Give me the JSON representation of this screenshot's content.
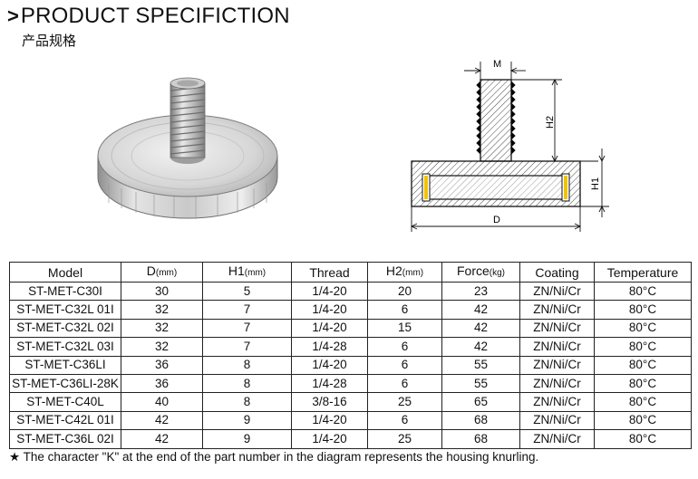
{
  "header": {
    "chevron": ">",
    "title": "PRODUCT SPECIFICTION",
    "subtitle": "产品规格"
  },
  "drawing": {
    "dim_m": "M",
    "dim_h2": "H2",
    "dim_h1": "H1",
    "dim_d": "D"
  },
  "table": {
    "headers": [
      {
        "label": "Model",
        "unit": ""
      },
      {
        "label": "D",
        "unit": "(mm)"
      },
      {
        "label": "H1",
        "unit": "(mm)"
      },
      {
        "label": "Thread",
        "unit": ""
      },
      {
        "label": "H2",
        "unit": "(mm)"
      },
      {
        "label": "Force",
        "unit": "(kg)"
      },
      {
        "label": "Coating",
        "unit": ""
      },
      {
        "label": "Temperature",
        "unit": ""
      }
    ],
    "rows": [
      [
        "ST-MET-C30I",
        "30",
        "5",
        "1/4-20",
        "20",
        "23",
        "ZN/Ni/Cr",
        "80°C"
      ],
      [
        "ST-MET-C32L 01I",
        "32",
        "7",
        "1/4-20",
        "6",
        "42",
        "ZN/Ni/Cr",
        "80°C"
      ],
      [
        "ST-MET-C32L 02I",
        "32",
        "7",
        "1/4-20",
        "15",
        "42",
        "ZN/Ni/Cr",
        "80°C"
      ],
      [
        "ST-MET-C32L 03I",
        "32",
        "7",
        "1/4-28",
        "6",
        "42",
        "ZN/Ni/Cr",
        "80°C"
      ],
      [
        "ST-MET-C36LI",
        "36",
        "8",
        "1/4-20",
        "6",
        "55",
        "ZN/Ni/Cr",
        "80°C"
      ],
      [
        "ST-MET-C36LI-28K",
        "36",
        "8",
        "1/4-28",
        "6",
        "55",
        "ZN/Ni/Cr",
        "80°C"
      ],
      [
        "ST-MET-C40L",
        "40",
        "8",
        "3/8-16",
        "25",
        "65",
        "ZN/Ni/Cr",
        "80°C"
      ],
      [
        "ST-MET-C42L 01I",
        "42",
        "9",
        "1/4-20",
        "6",
        "68",
        "ZN/Ni/Cr",
        "80°C"
      ],
      [
        "ST-MET-C36L 02I",
        "42",
        "9",
        "1/4-20",
        "25",
        "68",
        "ZN/Ni/Cr",
        "80°C"
      ]
    ]
  },
  "footnote": {
    "star": "★",
    "text": "The character \"K\" at the end of the part number in the diagram represents the housing knurling."
  }
}
